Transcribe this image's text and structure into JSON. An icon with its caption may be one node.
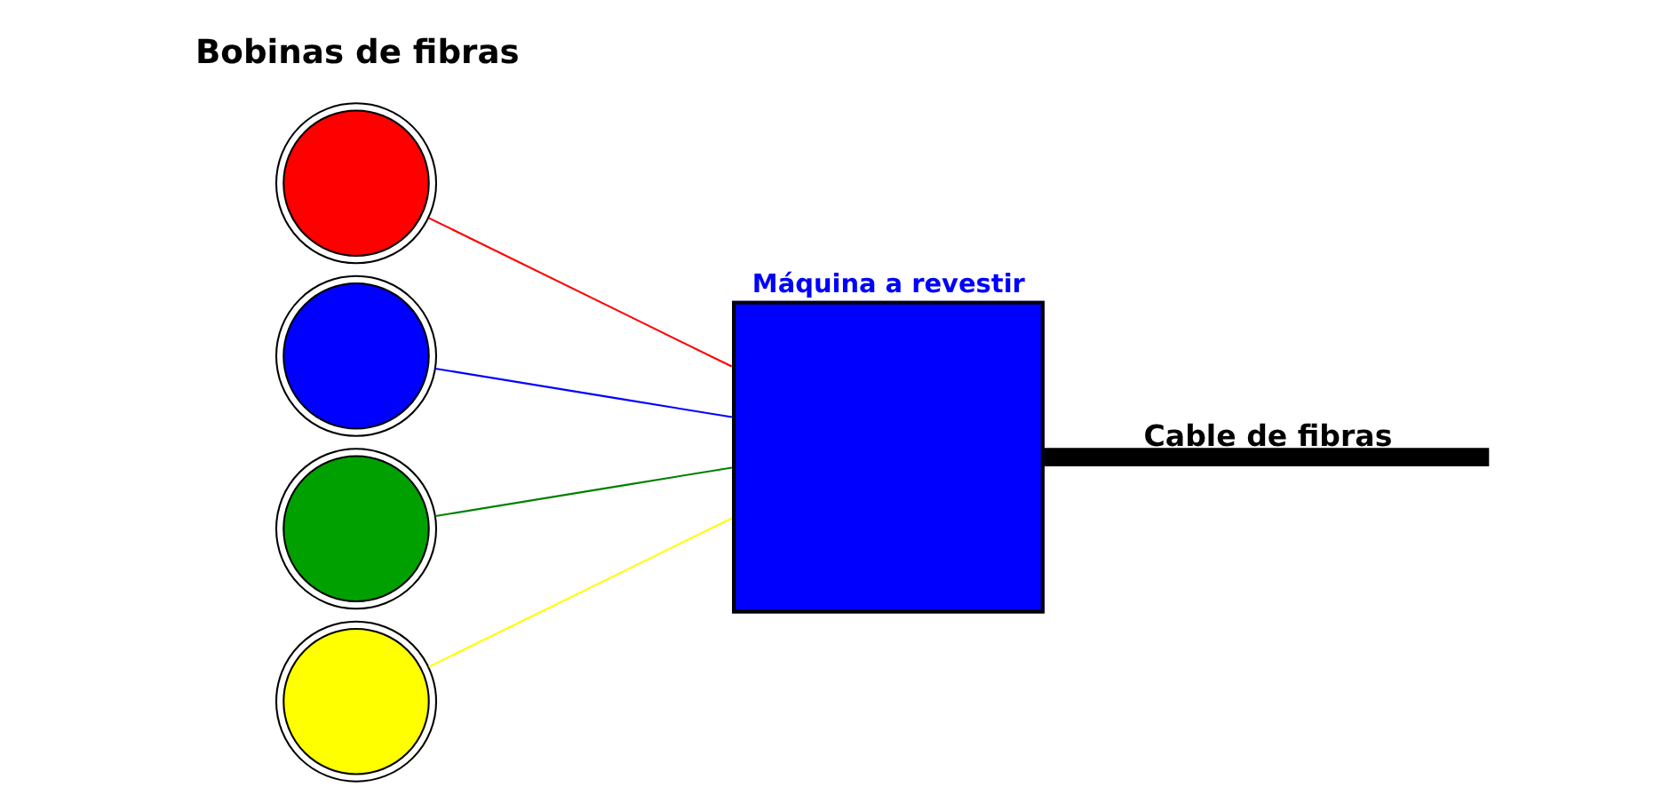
{
  "diagram": {
    "nodes": [
      {
        "text": [],
        "shape": "circle"
      },
      {
        "text": [],
        "shape": "circle"
      },
      {
        "text": [],
        "shape": "circle"
      },
      {
        "text": [],
        "shape": "circle"
      },
      {
        "text": [
          "Máquina a revestir"
        ]
      }
    ],
    "edges": [
      {
        "from": 0,
        "to": 4,
        "arrow": "none",
        "color": "#ff0000"
      },
      {
        "from": 1,
        "to": 4,
        "arrow": "none",
        "color": "#0000ff"
      },
      {
        "from": 2,
        "to": 4,
        "arrow": "none",
        "color": "#008000"
      },
      {
        "from": 3,
        "to": 4,
        "arrow": "none",
        "color": "#ffff00"
      },
      {
        "from": 4,
        "to": null,
        "arrow": "none",
        "style": "thick",
        "color": "#000000",
        "label": "Cable de fibras"
      }
    ],
    "labels": [
      "Bobinas de fibras"
    ]
  }
}
